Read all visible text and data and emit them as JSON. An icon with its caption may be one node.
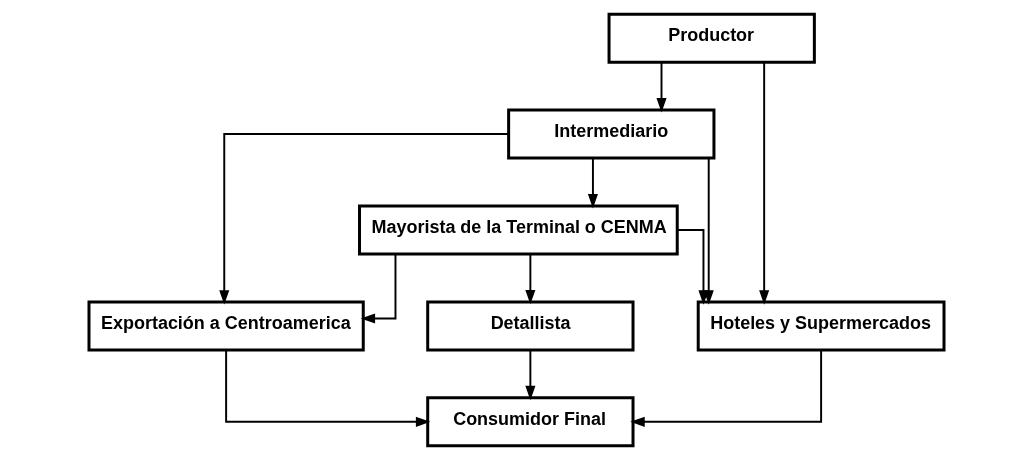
{
  "diagram": {
    "nodes": [
      {
        "text": [
          "Productor"
        ]
      },
      {
        "text": [
          "Intermediario"
        ]
      },
      {
        "text": [
          "Mayorista de la Terminal o CENMA"
        ]
      },
      {
        "text": [
          "Exportación a Centroamerica"
        ]
      },
      {
        "text": [
          "Detallista"
        ]
      },
      {
        "text": [
          "Hoteles y Supermercados"
        ]
      },
      {
        "text": [
          "Consumidor Final"
        ]
      }
    ],
    "edges": [
      {
        "from": 0,
        "to": 1,
        "arrow": "to"
      },
      {
        "from": 0,
        "to": 5,
        "arrow": "to"
      },
      {
        "from": 1,
        "to": 3,
        "arrow": "to"
      },
      {
        "from": 1,
        "to": 2,
        "arrow": "to"
      },
      {
        "from": 1,
        "to": 5,
        "arrow": "to"
      },
      {
        "from": 2,
        "to": 3,
        "arrow": "to"
      },
      {
        "from": 2,
        "to": 4,
        "arrow": "to"
      },
      {
        "from": 2,
        "to": 5,
        "arrow": "to"
      },
      {
        "from": 3,
        "to": 6,
        "arrow": "to"
      },
      {
        "from": 4,
        "to": 6,
        "arrow": "to"
      },
      {
        "from": 5,
        "to": 6,
        "arrow": "to"
      }
    ]
  }
}
